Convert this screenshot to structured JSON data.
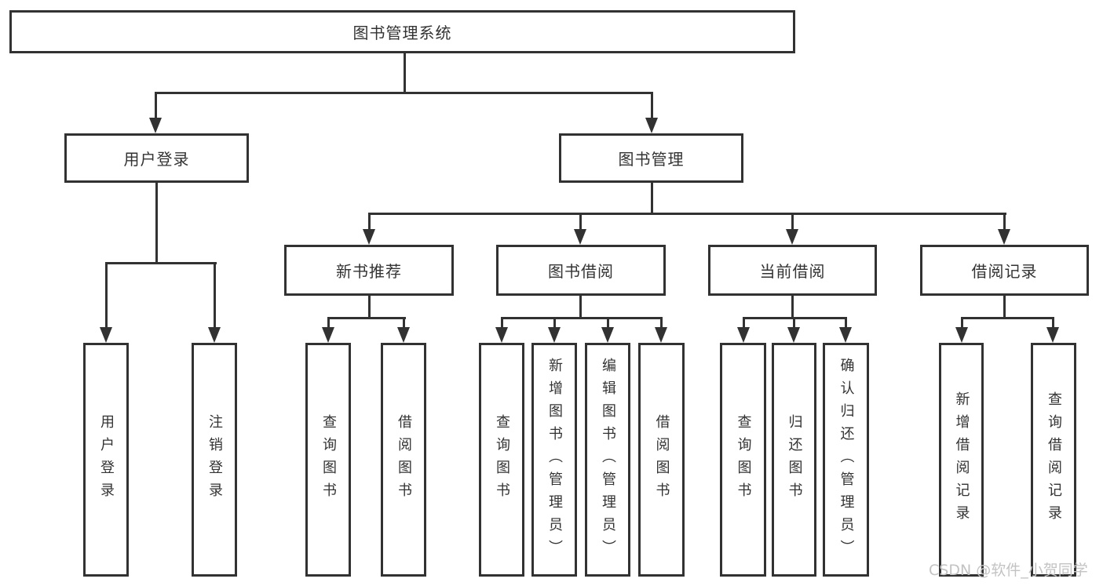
{
  "diagram": {
    "root": "图书管理系统",
    "level2": {
      "user_login": "用户登录",
      "book_management": "图书管理"
    },
    "level3": [
      "新书推荐",
      "图书借阅",
      "当前借阅",
      "借阅记录"
    ],
    "user_leaves": [
      "用户登录",
      "注销登录"
    ],
    "recommend_leaves": [
      "查询图书",
      "借阅图书"
    ],
    "borrow_leaves": [
      "查询图书",
      "新增图书（管理员）",
      "编辑图书（管理员）",
      "借阅图书"
    ],
    "current_leaves": [
      "查询图书",
      "归还图书",
      "确认归还（管理员）"
    ],
    "record_leaves": [
      "新增借阅记录",
      "查询借阅记录"
    ]
  },
  "watermark": "CSDN @软件_小贺同学",
  "colors": {
    "line": "#323232",
    "text": "#333333",
    "background": "#ffffff",
    "watermark": "#c3c3c3"
  }
}
